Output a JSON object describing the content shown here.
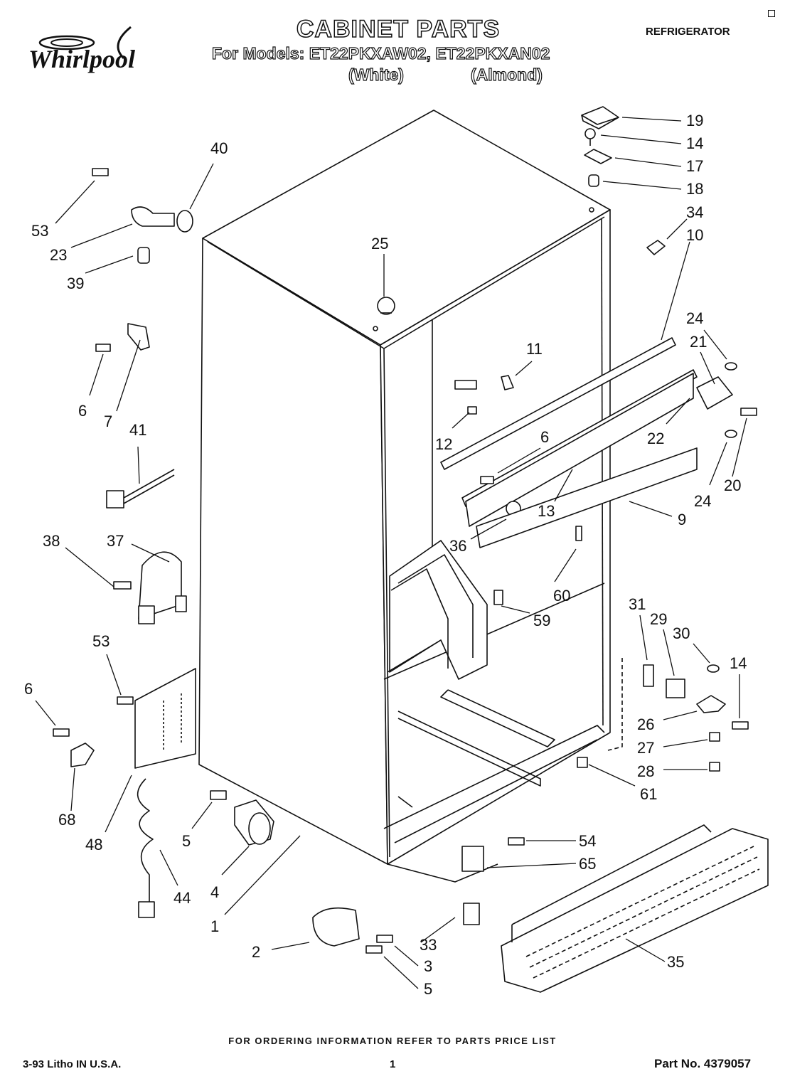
{
  "header": {
    "brand": "Whirlpool",
    "title": "CABINET PARTS",
    "models": "For Models: ET22PKXAW02, ET22PKXAN02",
    "variant_white": "(White)",
    "variant_almond": "(Almond)",
    "category": "REFRIGERATOR"
  },
  "footer": {
    "order_note": "FOR ORDERING INFORMATION REFER TO PARTS PRICE LIST",
    "litho": "3-93 Litho IN U.S.A.",
    "page_number": "1",
    "part_number": "Part No. 4379057"
  },
  "callouts": [
    "19",
    "14",
    "17",
    "18",
    "34",
    "10",
    "40",
    "53",
    "23",
    "39",
    "25",
    "24",
    "21",
    "11",
    "6",
    "7",
    "12",
    "22",
    "20",
    "24",
    "41",
    "6",
    "13",
    "9",
    "38",
    "37",
    "36",
    "60",
    "59",
    "31",
    "29",
    "30",
    "14",
    "53",
    "26",
    "27",
    "28",
    "61",
    "6",
    "68",
    "48",
    "5",
    "4",
    "44",
    "1",
    "54",
    "65",
    "2",
    "33",
    "3",
    "5",
    "35"
  ]
}
